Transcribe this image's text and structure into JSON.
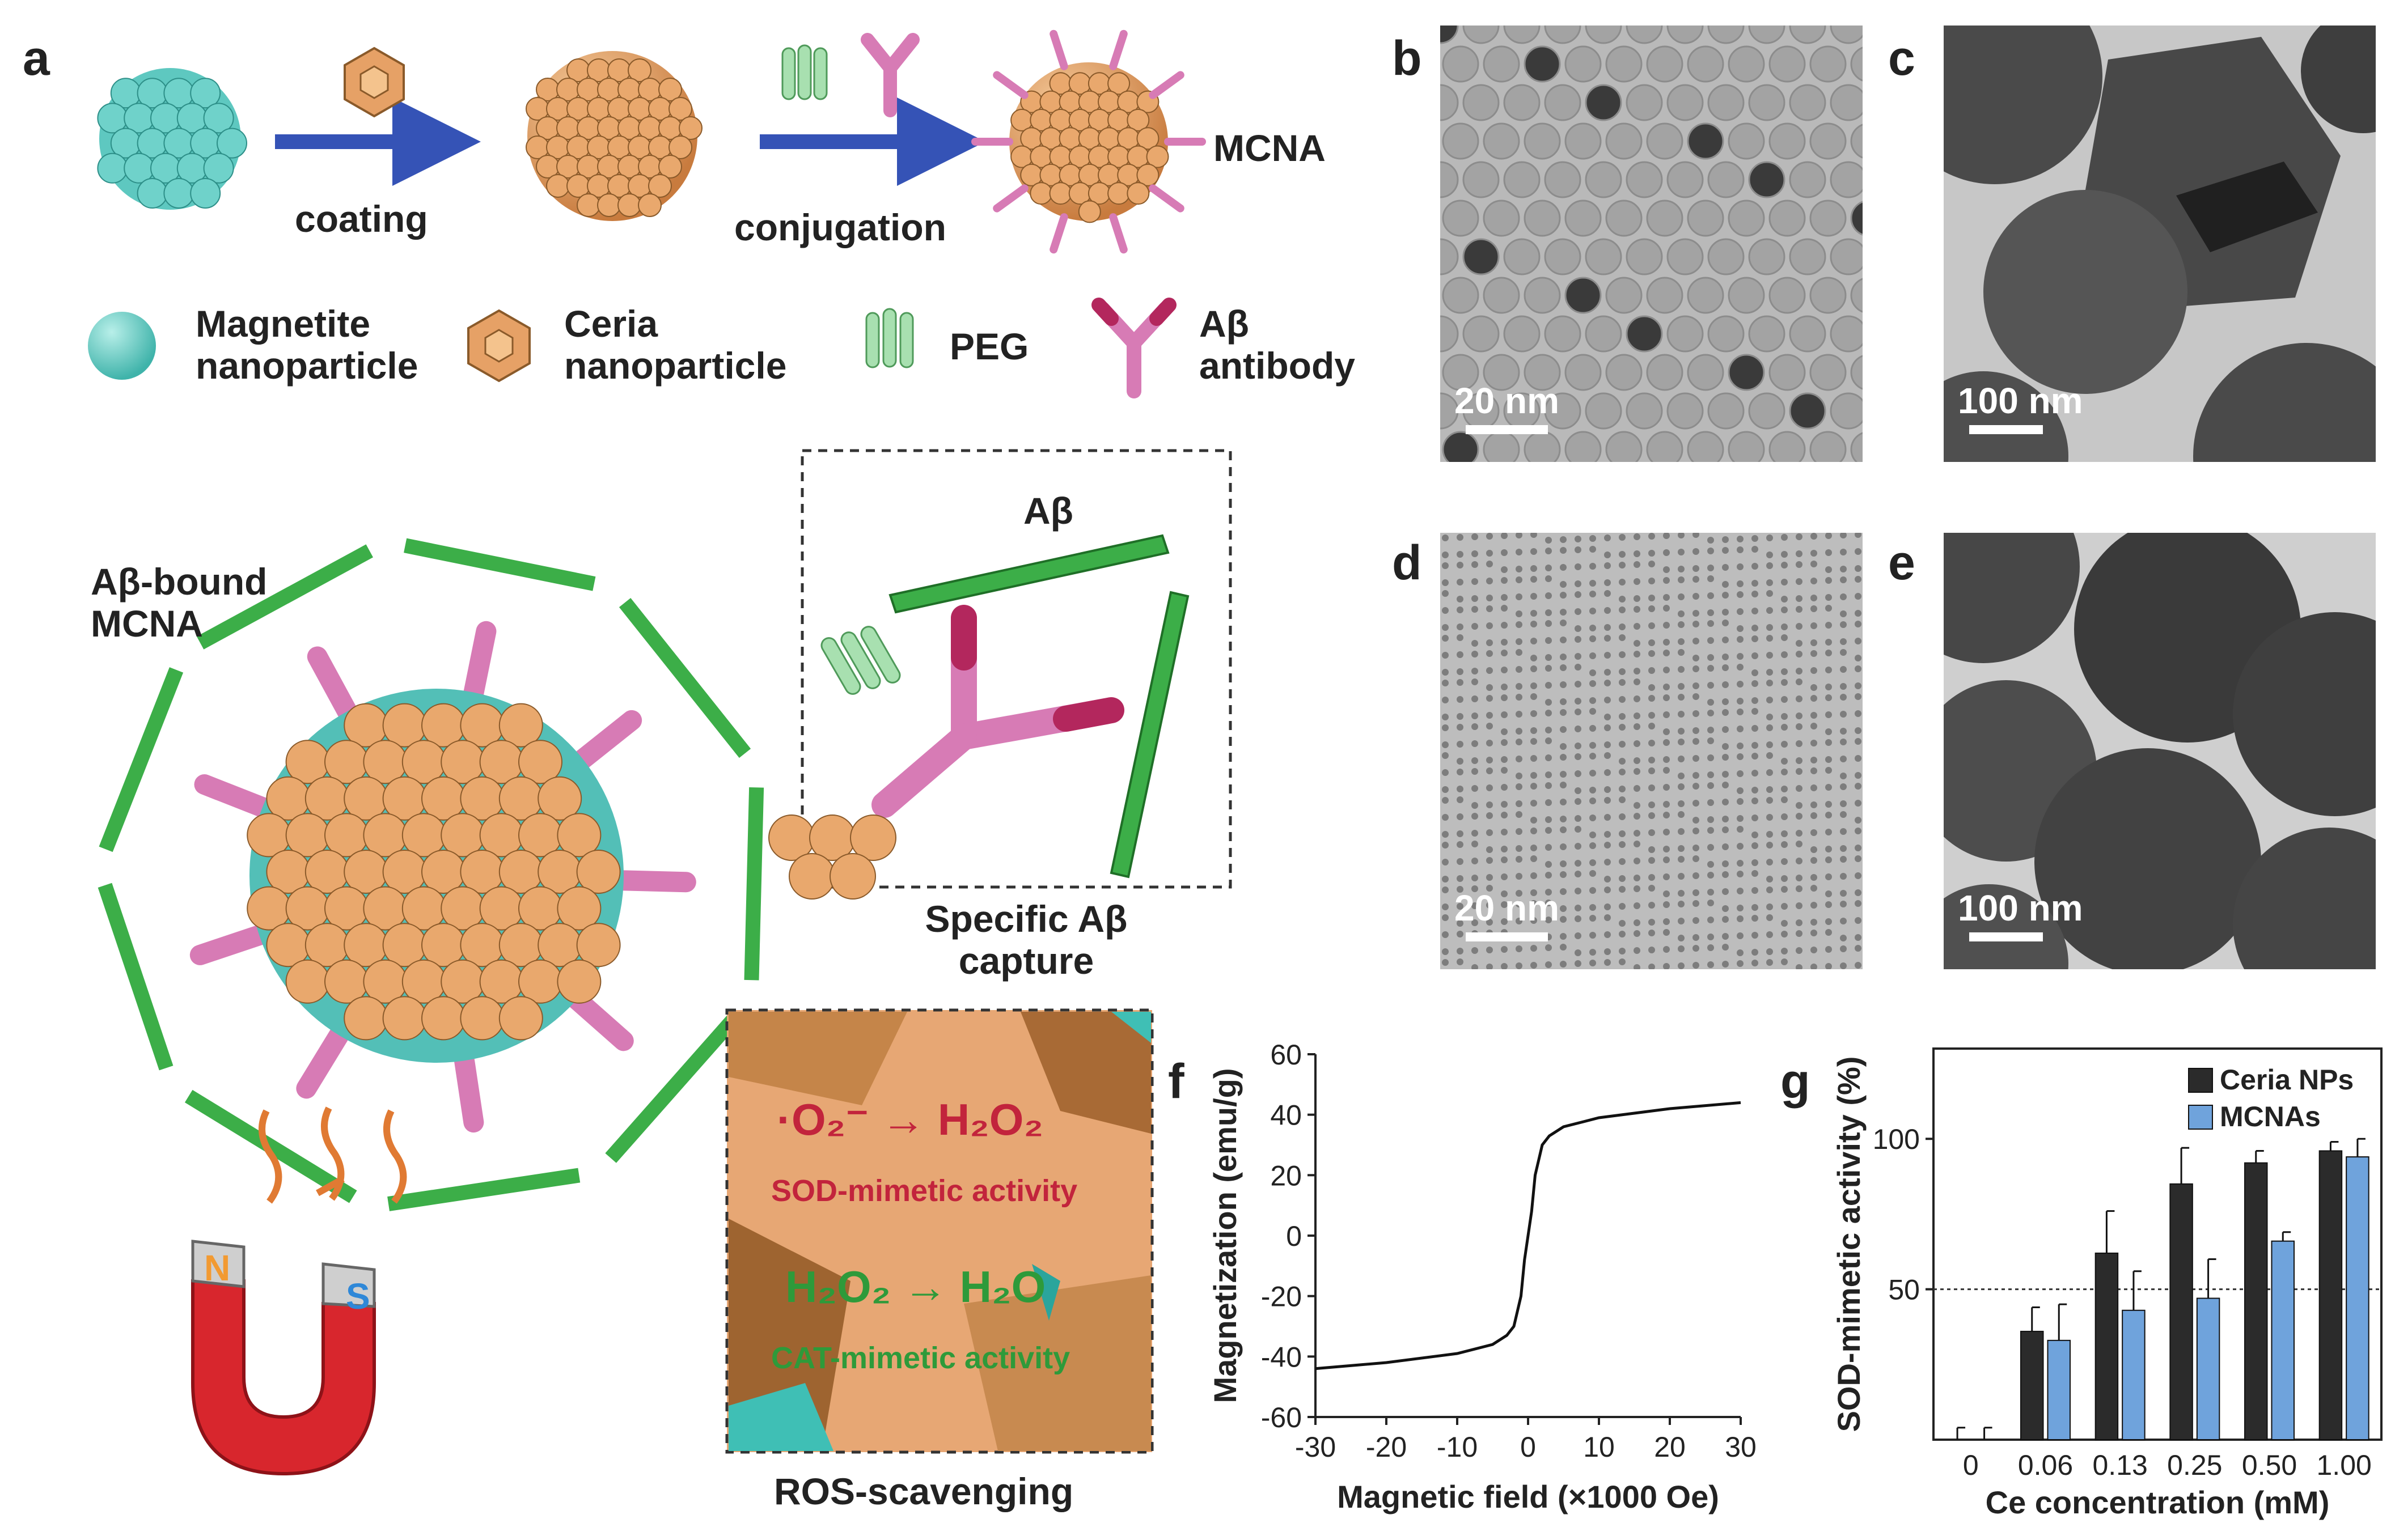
{
  "panel_a": {
    "letter": "a",
    "step1": "coating",
    "step2": "conjugation",
    "product": "MCNA",
    "legend": [
      {
        "label": "Magnetite nanoparticle",
        "line1": "Magnetite",
        "line2": "nanoparticle",
        "color": "#5ec8c0"
      },
      {
        "label": "Ceria nanoparticle",
        "line1": "Ceria",
        "line2": "nanoparticle",
        "color": "#e8a163"
      },
      {
        "label": "PEG",
        "line1": "PEG",
        "line2": "",
        "color": "#9fd8a8"
      },
      {
        "label": "Aβ antibody",
        "line1": "Aβ",
        "line2": "antibody",
        "color": "#d77bb5"
      }
    ],
    "bound_label_1": "Aβ-bound",
    "bound_label_2": "MCNA",
    "inset_title": "Aβ",
    "capture_caption_1": "Specific Aβ",
    "capture_caption_2": "capture",
    "ros_caption": "ROS-scavenging",
    "ros_line1": "·O₂⁻ → H₂O₂",
    "ros_line2": "SOD-mimetic activity",
    "ros_line3": "H₂O₂ → H₂O",
    "ros_line4": "CAT-mimetic activity",
    "magnet_n": "N",
    "magnet_s": "S"
  },
  "tem_panels": [
    {
      "letter": "b",
      "scale": "20 nm"
    },
    {
      "letter": "c",
      "scale": "100 nm"
    },
    {
      "letter": "d",
      "scale": "20 nm"
    },
    {
      "letter": "e",
      "scale": "100 nm"
    }
  ],
  "panel_f": {
    "letter": "f"
  },
  "panel_g": {
    "letter": "g"
  },
  "chart_data": [
    {
      "type": "line",
      "xlabel": "Magnetic field (×1000 Oe)",
      "ylabel": "Magnetization (emu/g)",
      "xlim": [
        -30,
        30
      ],
      "ylim": [
        -60,
        60
      ],
      "xticks": [
        -30,
        -20,
        -10,
        0,
        10,
        20,
        30
      ],
      "yticks": [
        -60,
        -40,
        -20,
        0,
        20,
        40,
        60
      ],
      "series": [
        {
          "x": [
            -30,
            -20,
            -10,
            -5,
            -3,
            -2,
            -1,
            -0.5,
            0,
            0.5,
            1,
            2,
            3,
            5,
            10,
            20,
            30
          ],
          "y": [
            -44,
            -42,
            -39,
            -36,
            -33,
            -30,
            -20,
            -8,
            0,
            8,
            20,
            30,
            33,
            36,
            39,
            42,
            44
          ]
        }
      ]
    },
    {
      "type": "bar",
      "xlabel": "Ce concentration (mM)",
      "ylabel": "SOD-mimetic activity (%)",
      "categories": [
        "0",
        "0.06",
        "0.13",
        "0.25",
        "0.50",
        "1.00"
      ],
      "ylim": [
        0,
        130
      ],
      "yticks": [
        50,
        100
      ],
      "reference_line": 50,
      "legend_position": "top-right",
      "series": [
        {
          "name": "Ceria NPs",
          "color": "#2b2b2b",
          "values": [
            0,
            36,
            62,
            85,
            92,
            96
          ],
          "errors": [
            4,
            8,
            14,
            12,
            4,
            3
          ]
        },
        {
          "name": "MCNAs",
          "color": "#6fa3dc",
          "values": [
            0,
            33,
            43,
            47,
            66,
            94
          ],
          "errors": [
            4,
            12,
            13,
            13,
            3,
            6
          ]
        }
      ]
    }
  ]
}
